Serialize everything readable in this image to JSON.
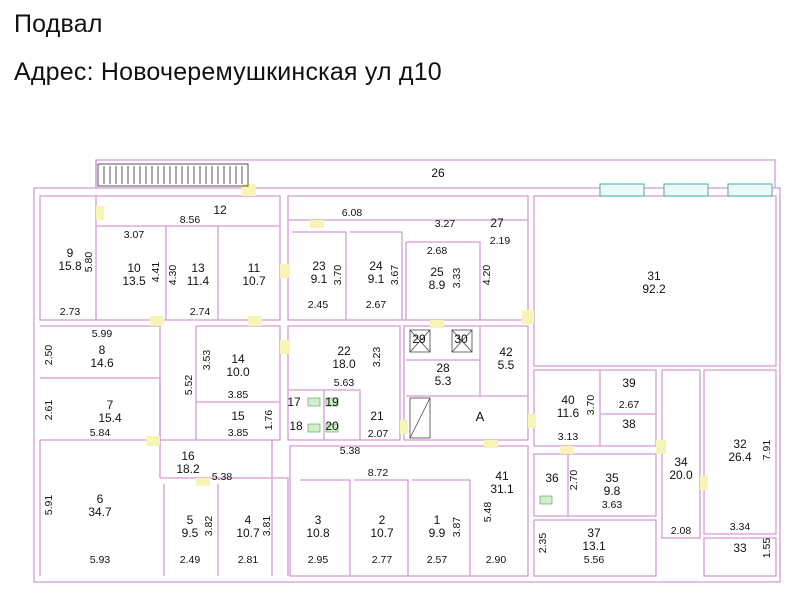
{
  "header": {
    "title": "Подвал",
    "address": "Адрес: Новочеремушкинская ул д10"
  },
  "colors": {
    "wall": "#d49ad4",
    "window": "#4fb3b0",
    "door": "#f8f3b6",
    "text": "#111111"
  },
  "rooms": [
    {
      "num": "1",
      "area": "9.9"
    },
    {
      "num": "2",
      "area": "10.7"
    },
    {
      "num": "3",
      "area": "10.8"
    },
    {
      "num": "4",
      "area": "10.7"
    },
    {
      "num": "5",
      "area": "9.5"
    },
    {
      "num": "6",
      "area": "34.7"
    },
    {
      "num": "7",
      "area": "15.4"
    },
    {
      "num": "8",
      "area": "14.6"
    },
    {
      "num": "9",
      "area": "15.8"
    },
    {
      "num": "10",
      "area": "13.5"
    },
    {
      "num": "11",
      "area": "10.7"
    },
    {
      "num": "12",
      "area": ""
    },
    {
      "num": "13",
      "area": "11.4"
    },
    {
      "num": "14",
      "area": "10.0"
    },
    {
      "num": "15",
      "area": ""
    },
    {
      "num": "16",
      "area": "18.2"
    },
    {
      "num": "17",
      "area": ""
    },
    {
      "num": "18",
      "area": ""
    },
    {
      "num": "19",
      "area": ""
    },
    {
      "num": "20",
      "area": ""
    },
    {
      "num": "21",
      "area": ""
    },
    {
      "num": "22",
      "area": "18.0"
    },
    {
      "num": "23",
      "area": "9.1"
    },
    {
      "num": "24",
      "area": "9.1"
    },
    {
      "num": "25",
      "area": "8.9"
    },
    {
      "num": "26",
      "area": ""
    },
    {
      "num": "27",
      "area": ""
    },
    {
      "num": "28",
      "area": "5.3"
    },
    {
      "num": "29",
      "area": ""
    },
    {
      "num": "30",
      "area": ""
    },
    {
      "num": "31",
      "area": "92.2"
    },
    {
      "num": "32",
      "area": "26.4"
    },
    {
      "num": "33",
      "area": ""
    },
    {
      "num": "34",
      "area": "20.0"
    },
    {
      "num": "35",
      "area": "9.8"
    },
    {
      "num": "36",
      "area": ""
    },
    {
      "num": "37",
      "area": "13.1"
    },
    {
      "num": "38",
      "area": ""
    },
    {
      "num": "39",
      "area": ""
    },
    {
      "num": "40",
      "area": "11.6"
    },
    {
      "num": "41",
      "area": "31.1"
    },
    {
      "num": "42",
      "area": "5.5"
    },
    {
      "num": "A",
      "area": ""
    }
  ],
  "dimensions": [
    "8.56",
    "3.07",
    "5.80",
    "4.41",
    "4.30",
    "2.73",
    "2.74",
    "5.99",
    "2.50",
    "3.53",
    "5.52",
    "3.85",
    "2.61",
    "5.84",
    "3.85",
    "1.76",
    "5.38",
    "5.91",
    "3.82",
    "3.81",
    "5.93",
    "2.49",
    "2.81",
    "6.08",
    "3.27",
    "2.19",
    "2.68",
    "3.70",
    "3.67",
    "3.33",
    "4.20",
    "2.45",
    "2.67",
    "3.23",
    "5.63",
    "2.07",
    "5.38",
    "8.72",
    "5.48",
    "3.87",
    "2.95",
    "2.77",
    "2.57",
    "2.90",
    "3.70",
    "2.67",
    "3.13",
    "2.70",
    "3.63",
    "2.35",
    "5.56",
    "2.08",
    "3.34",
    "7.91",
    "1.55"
  ]
}
